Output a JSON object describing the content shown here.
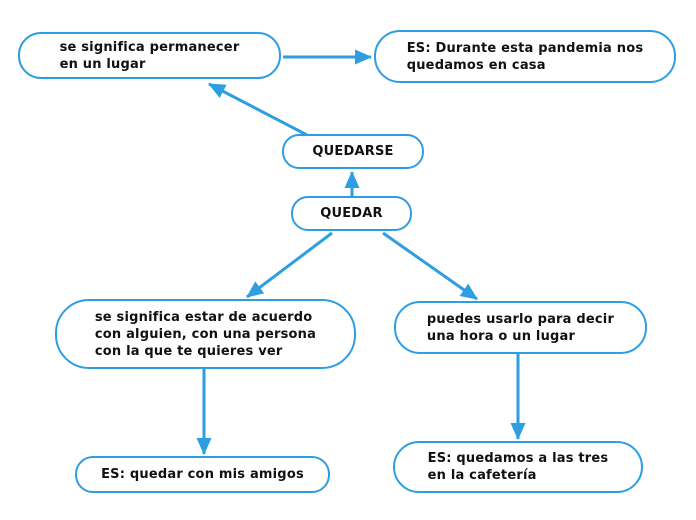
{
  "colors": {
    "accent": "#2d9ee2",
    "node_border": "#2d9ee2",
    "node_fill": "#ffffff",
    "text": "#111111",
    "background": "#ffffff"
  },
  "nodes": {
    "quedarse": {
      "label": "QUEDARSE"
    },
    "quedar": {
      "label": "QUEDAR"
    },
    "meaning_permanecer": {
      "label": "se significa permanecer\nen un lugar"
    },
    "example_pandemia": {
      "label": "ES: Durante esta pandemia nos\nquedamos en casa"
    },
    "meaning_acuerdo": {
      "label": "se significa estar de acuerdo\ncon alguien, con una persona\ncon la que te quieres ver"
    },
    "meaning_hora_lugar": {
      "label": "puedes usarlo para decir\nuna hora o un lugar"
    },
    "example_amigos": {
      "label": "ES: quedar con mis amigos"
    },
    "example_cafeteria": {
      "label": "ES: quedamos a las tres\nen la cafetería"
    }
  },
  "edges": [
    {
      "from": "meaning_permanecer",
      "to": "example_pandemia"
    },
    {
      "from": "quedarse",
      "to": "meaning_permanecer"
    },
    {
      "from": "quedar",
      "to": "quedarse"
    },
    {
      "from": "quedar",
      "to": "meaning_acuerdo"
    },
    {
      "from": "quedar",
      "to": "meaning_hora_lugar"
    },
    {
      "from": "meaning_acuerdo",
      "to": "example_amigos"
    },
    {
      "from": "meaning_hora_lugar",
      "to": "example_cafeteria"
    }
  ]
}
